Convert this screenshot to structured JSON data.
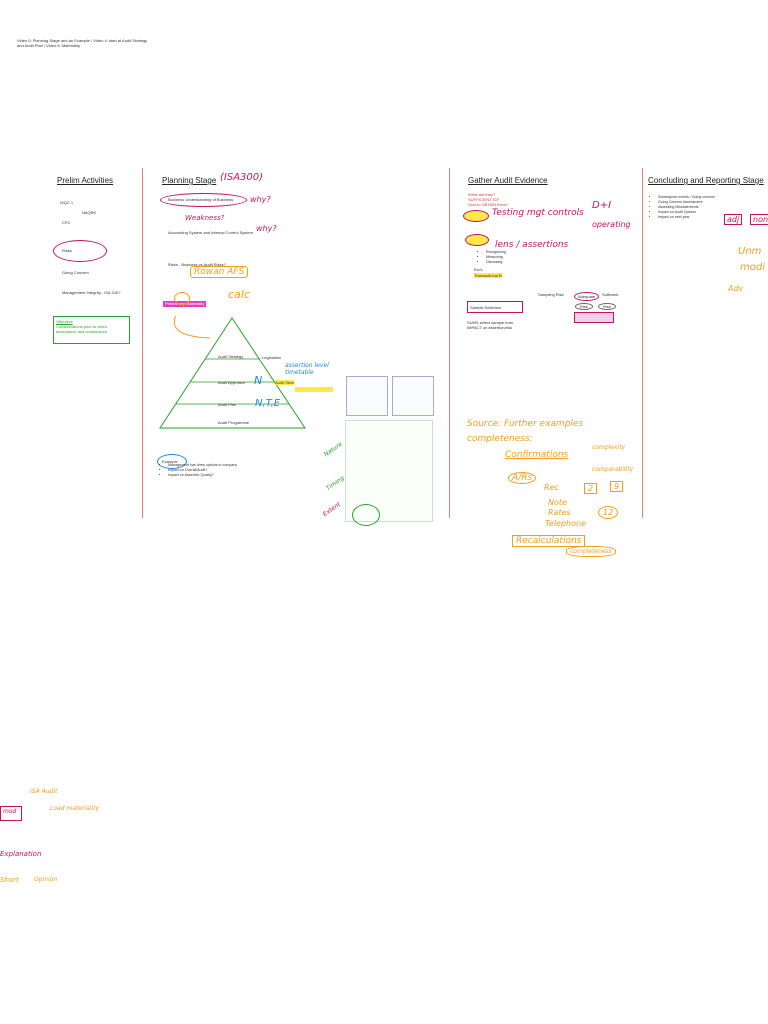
{
  "doc_header": {
    "line1": "Video 0: Planning Stage and an Example / Video 4: start at Audit Strategy",
    "line2": "and Audit Plan / Video 5: Materiality"
  },
  "columns": {
    "prelim": {
      "title": "Prelim Activities",
      "items": [
        "ISQC 1",
        "NAQRK",
        "CPC",
        "Risks",
        "Going Concern",
        "Management Integrity - ISA 240?"
      ],
      "box_title": "Objective",
      "box_text": "Considerations prior to client acceptance and continuance."
    },
    "planning": {
      "title": "Planning Stage",
      "title_hand": "(ISA300)",
      "items": [
        "Business Understanding of Business",
        "Accounting System and Internal Control System",
        "Risks - Business vs Audit Risks?",
        "Preliminary Materiality"
      ],
      "hand_why": "why?",
      "hand_weakness": "Weakness?",
      "hand_rom": "Rowan AFS",
      "hand_calc": "calc",
      "pyramid": [
        "Audit Strategy",
        "Audit Approach",
        "Audit Plan",
        "Audit Programme"
      ],
      "pyramid_side": [
        "Legislation",
        "Audit Strat",
        "N,T,E"
      ],
      "hand_assertion": "assertion level timetable",
      "example_title": "Example",
      "example_items": [
        "Management has three options to company",
        "Impact on Overall/Audit?",
        "Impact on Assertion Quality?"
      ]
    },
    "evidence": {
      "title": "Gather Audit Evidence",
      "lines": [
        "What are they?",
        "SUFFICIENT ICF",
        "How to OBTAIN them?"
      ],
      "hand_line1": "Testing mgt controls",
      "hand_di": "D+I",
      "hand_operating": "operating",
      "hand_lens": "lens / assertions",
      "sub_items": [
        "Recognising",
        "Measuring",
        "Disclosing",
        "Etc's",
        "Transactional B"
      ],
      "sample_box": "Sample Selection",
      "micro_note": [
        "SUMS select sample from",
        "IMPACT on assertion/risk"
      ],
      "flow_labels": [
        "Sampling Risk",
        "Adequate",
        "Sufficient",
        "Risk",
        "Risk"
      ],
      "hand_source": "Source: Further examples",
      "hand_completeness": "completeness:",
      "hand_steps": [
        "Confirmations",
        "A/Rs",
        "Rec",
        "Note",
        "Rates",
        "Telephone",
        "Recalculations"
      ],
      "hand_nums": [
        "2",
        "9",
        "12"
      ],
      "hand_side": [
        "complexity",
        "comparability",
        "completeness"
      ]
    },
    "concluding": {
      "title": "Concluding and Reporting Stage",
      "items": [
        "Subsequent events / Going concern",
        "Going Concern Assessment",
        "Assessing Misstatements",
        "Impact on Audit Opinion",
        "Impact on next year"
      ],
      "hand_adj": "adj",
      "hand_non": "non",
      "hand_words": [
        "Unm",
        "modi",
        "Adv"
      ]
    }
  },
  "offpage": {
    "hand_words": [
      "ISA Audit",
      "mod",
      "Load materiality",
      "Explanation",
      "Short",
      "Opinion"
    ]
  }
}
